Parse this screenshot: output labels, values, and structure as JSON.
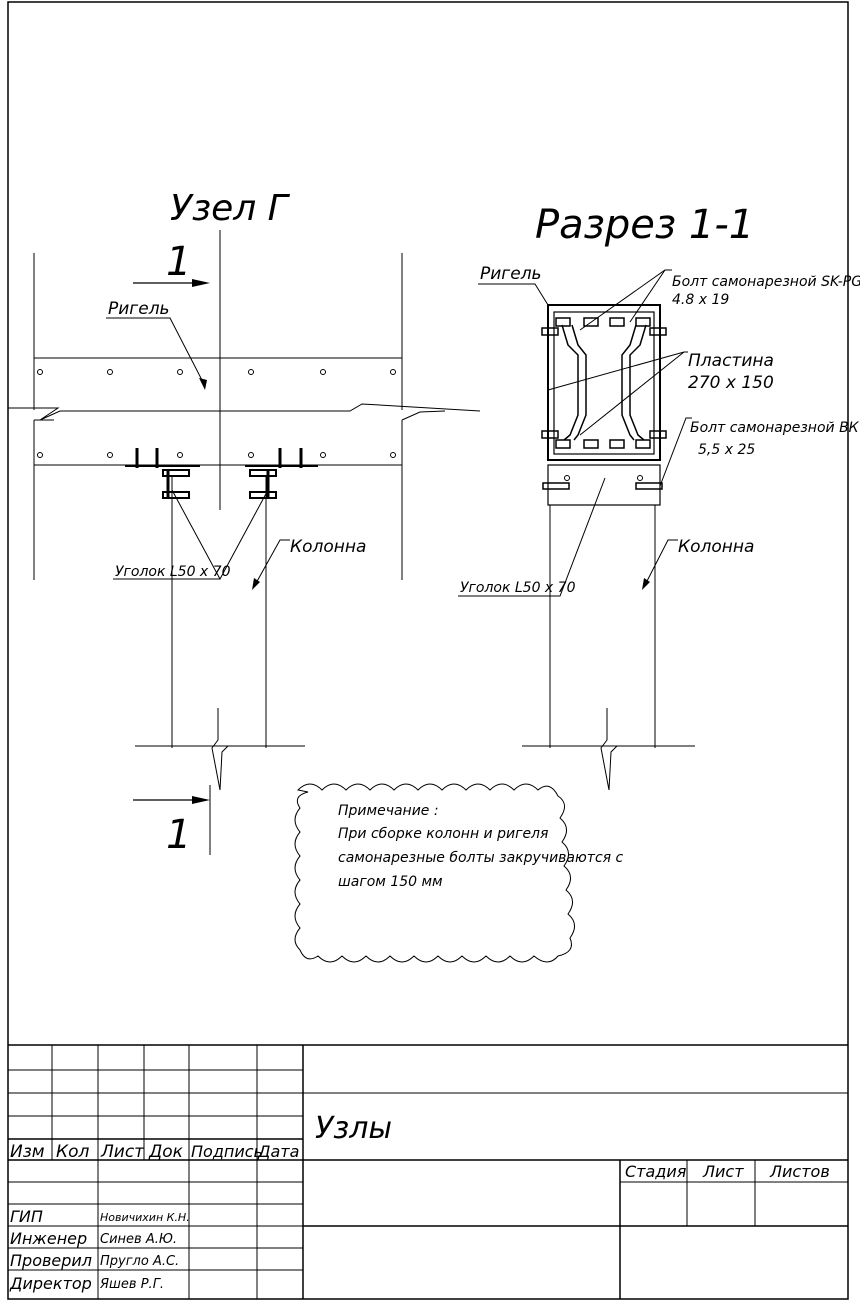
{
  "drawing": {
    "left_title": "Узел Г",
    "right_title": "Разрез 1-1",
    "section_mark": "1",
    "left": {
      "rigel_label": "Ригель",
      "column_label": "Колонна",
      "angle_label": "Уголок L50 x 70"
    },
    "right": {
      "rigel_label": "Ригель",
      "bolt_sk_label_1": "Болт самонарезной SK-PG",
      "bolt_sk_label_2": "4.8 x 19",
      "plate_label_1": "Пластина",
      "plate_label_2": "270 x 150",
      "bolt_bk_label_1": "Болт самонарезной ВК -",
      "bolt_bk_label_2": "5,5 x 25",
      "column_label": "Колонна",
      "angle_label": "Уголок L50 x 70"
    },
    "note": {
      "title": "Примечание :",
      "line1": "При сборке колонн и ригеля",
      "line2": "самонарезные болты закручиваются с",
      "line3": "шагом 150 мм"
    }
  },
  "title_block": {
    "sheet_title": "Узлы",
    "headers": {
      "izm": "Изм",
      "kol": "Кол",
      "list": "Лист",
      "dok": "Док",
      "podpis": "Подпись",
      "data": "Дата"
    },
    "roles": [
      {
        "role": "ГИП",
        "name": "Новичихин К.Н."
      },
      {
        "role": "Инженер",
        "name": "Синев А.Ю."
      },
      {
        "role": "Проверил",
        "name": "Пругло А.С."
      },
      {
        "role": "Директор",
        "name": "Яшев Р.Г."
      }
    ],
    "stage_header": "Стадия",
    "sheet_header": "Лист",
    "sheets_header": "Листов"
  }
}
